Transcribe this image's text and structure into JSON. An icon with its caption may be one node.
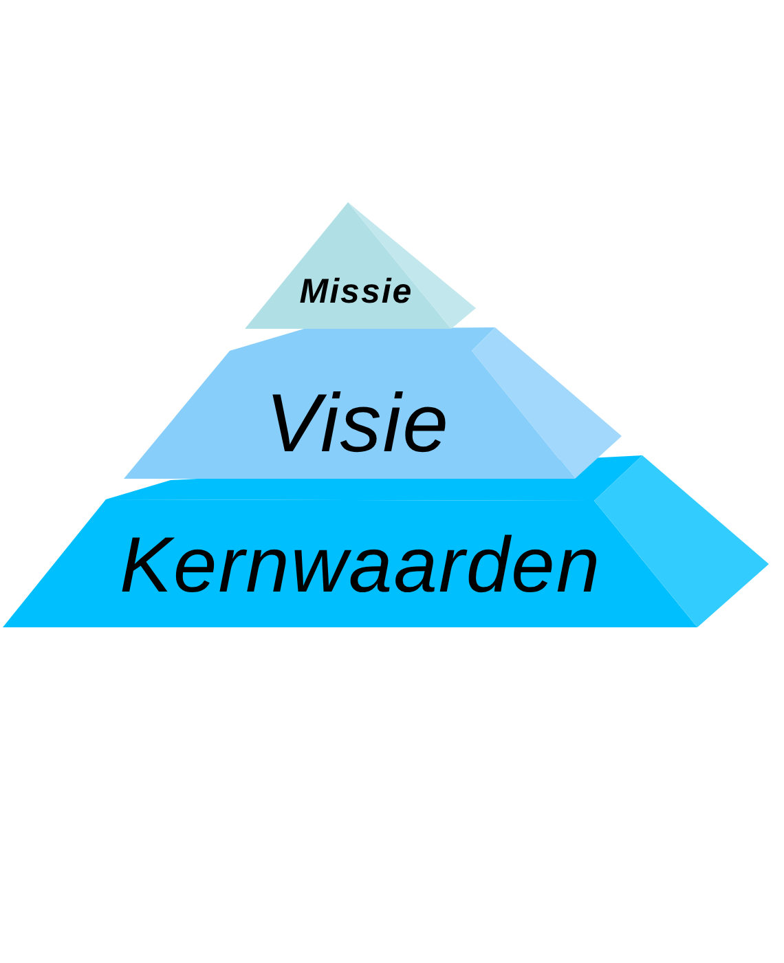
{
  "diagram": {
    "nodes": [
      {
        "text": [
          "Missie"
        ]
      },
      {
        "text": [
          "Visie"
        ]
      },
      {
        "text": [
          "Kernwaarden"
        ]
      }
    ]
  }
}
